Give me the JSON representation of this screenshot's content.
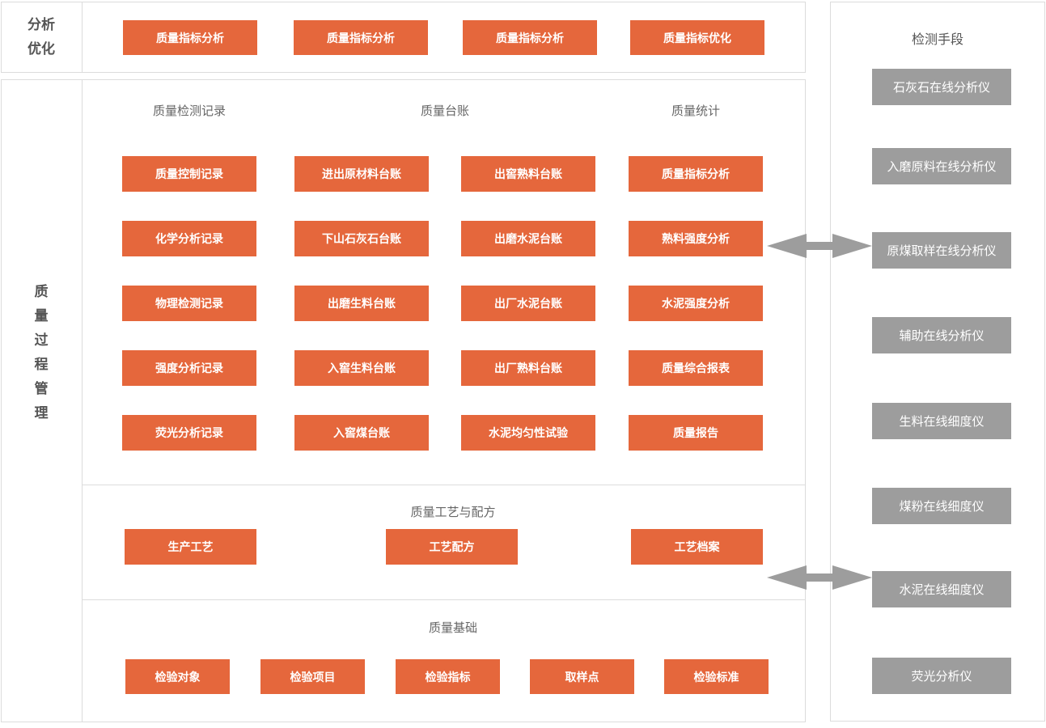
{
  "colors": {
    "accent_orange": "#e5673c",
    "instrument_gray": "#9d9d9d",
    "panel_border": "#dcdcdc",
    "header_text": "#666666",
    "label_text": "#555555"
  },
  "analysis_panel": {
    "label_line1": "分析",
    "label_line2": "优化",
    "buttons": [
      "质量指标分析",
      "质量指标分析",
      "质量指标分析",
      "质量指标优化"
    ]
  },
  "process_panel": {
    "label": "质量过程管理",
    "records_section": {
      "headers": [
        "质量检测记录",
        "质量台账",
        "质量统计"
      ],
      "columns": [
        [
          "质量控制记录",
          "化学分析记录",
          "物理检测记录",
          "强度分析记录",
          "荧光分析记录"
        ],
        [
          "进出原材料台账",
          "下山石灰石台账",
          "出磨生料台账",
          "入窖生料台账",
          "入窖煤台账"
        ],
        [
          "出窖熟料台账",
          "出磨水泥台账",
          "出厂水泥台账",
          "出厂熟料台账",
          "水泥均匀性试验"
        ],
        [
          "质量指标分析",
          "熟料强度分析",
          "水泥强度分析",
          "质量综合报表",
          "质量报告"
        ]
      ]
    },
    "process_section": {
      "title": "质量工艺与配方",
      "buttons": [
        "生产工艺",
        "工艺配方",
        "工艺档案"
      ]
    },
    "base_section": {
      "title": "质量基础",
      "buttons": [
        "检验对象",
        "检验项目",
        "检验指标",
        "取样点",
        "检验标准"
      ]
    }
  },
  "detection_panel": {
    "title": "检测手段",
    "instruments": [
      "石灰石在线分析仪",
      "入磨原料在线分析仪",
      "原煤取样在线分析仪",
      "辅助在线分析仪",
      "生料在线细度仪",
      "煤粉在线细度仪",
      "水泥在线细度仪",
      "荧光分析仪"
    ]
  }
}
